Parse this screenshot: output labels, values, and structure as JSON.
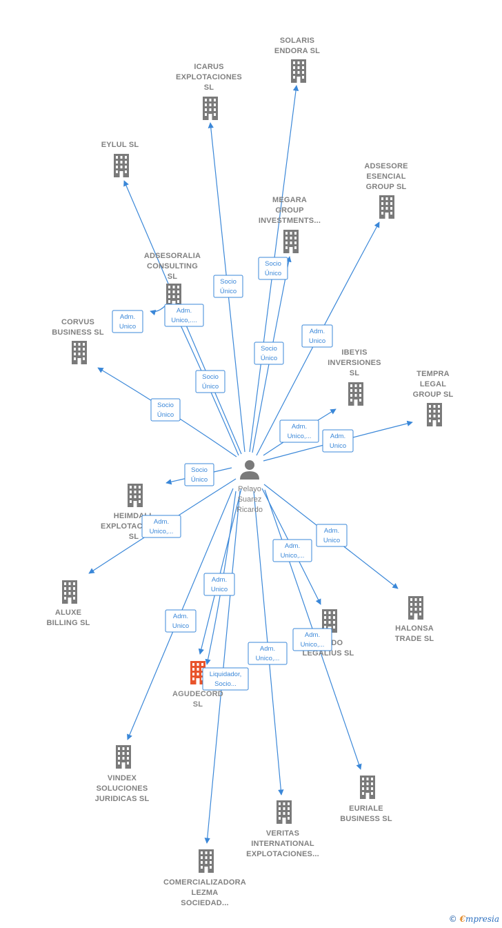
{
  "center": {
    "lines": [
      "Pelayo",
      "Suarez",
      "Ricardo"
    ],
    "icon": "person-icon"
  },
  "colors": {
    "edge": "#3a87d8",
    "building": "#7a7a7a",
    "highlight": "#e8542c"
  },
  "nodes": [
    {
      "id": "solaris",
      "lines": [
        "SOLARIS",
        "ENDORA  SL"
      ],
      "icon": "building-icon"
    },
    {
      "id": "icarus",
      "lines": [
        "ICARUS",
        "EXPLOTACIONES",
        "SL"
      ],
      "icon": "building-icon"
    },
    {
      "id": "eylul",
      "lines": [
        "EYLUL  SL"
      ],
      "icon": "building-icon"
    },
    {
      "id": "adsesore",
      "lines": [
        "ADSESORE",
        "ESENCIAL",
        "GROUP  SL"
      ],
      "icon": "building-icon"
    },
    {
      "id": "megara",
      "lines": [
        "MEGARA",
        "GROUP",
        "INVESTMENTS..."
      ],
      "icon": "building-icon"
    },
    {
      "id": "adsesoralia",
      "lines": [
        "ADSESORALIA",
        "CONSULTING",
        "SL"
      ],
      "icon": "building-icon"
    },
    {
      "id": "corvus",
      "lines": [
        "CORVUS",
        "BUSINESS  SL"
      ],
      "icon": "building-icon"
    },
    {
      "id": "ibeyis",
      "lines": [
        "IBEYIS",
        "INVERSIONES",
        "SL"
      ],
      "icon": "building-icon"
    },
    {
      "id": "tempra",
      "lines": [
        "TEMPRA",
        "LEGAL",
        "GROUP  SL"
      ],
      "icon": "building-icon"
    },
    {
      "id": "heimdall",
      "lines": [
        "HEIMDALL",
        "EXPLOTACIONES",
        "SL"
      ],
      "icon": "building-icon"
    },
    {
      "id": "aluxe",
      "lines": [
        "ALUXE",
        "BILLING  SL"
      ],
      "icon": "building-icon"
    },
    {
      "id": "halonsa",
      "lines": [
        "HALONSA",
        "TRADE  SL"
      ],
      "icon": "building-icon"
    },
    {
      "id": "legalius",
      "lines": [
        "MUNDO",
        "LEGALIUS  SL"
      ],
      "icon": "building-icon"
    },
    {
      "id": "agudecord",
      "lines": [
        "AGUDECORD",
        "SL"
      ],
      "icon": "building-icon",
      "highlight": true
    },
    {
      "id": "vindex",
      "lines": [
        "VINDEX",
        "SOLUCIONES",
        "JURIDICAS  SL"
      ],
      "icon": "building-icon"
    },
    {
      "id": "euriale",
      "lines": [
        "EURIALE",
        "BUSINESS  SL"
      ],
      "icon": "building-icon"
    },
    {
      "id": "veritas",
      "lines": [
        "VERITAS",
        "INTERNATIONAL",
        "EXPLOTACIONES..."
      ],
      "icon": "building-icon"
    },
    {
      "id": "lezma",
      "lines": [
        "COMERCIALIZADORA",
        "LEZMA",
        "SOCIEDAD..."
      ],
      "icon": "building-icon"
    }
  ],
  "edges": [
    {
      "to": "solaris",
      "lines": [
        "Socio",
        "Único"
      ]
    },
    {
      "to": "icarus",
      "lines": [
        "Socio",
        "Único"
      ]
    },
    {
      "to": "eylul",
      "lines": [
        "Socio",
        "Único"
      ]
    },
    {
      "to": "adsesore",
      "lines": [
        "Adm.",
        "Unico"
      ]
    },
    {
      "to": "megara",
      "lines": [
        "Socio",
        "Único"
      ]
    },
    {
      "to": "adsesoralia",
      "lines": [
        "Adm.",
        "Unico,...."
      ]
    },
    {
      "to": "corvus",
      "lines": [
        "Adm.",
        "Unico"
      ]
    },
    {
      "to": "corvus",
      "lines": [
        "Socio",
        "Único"
      ]
    },
    {
      "to": "ibeyis",
      "lines": [
        "Adm.",
        "Unico,..."
      ]
    },
    {
      "to": "tempra",
      "lines": [
        "Adm.",
        "Unico"
      ]
    },
    {
      "to": "heimdall",
      "lines": [
        "Socio",
        "Único"
      ]
    },
    {
      "to": "aluxe",
      "lines": [
        "Adm.",
        "Unico,..."
      ]
    },
    {
      "to": "halonsa",
      "lines": [
        "Adm.",
        "Unico"
      ]
    },
    {
      "to": "legalius",
      "lines": [
        "Adm.",
        "Unico,..."
      ]
    },
    {
      "to": "agudecord",
      "lines": [
        "Adm.",
        "Unico"
      ]
    },
    {
      "to": "agudecord",
      "lines": [
        "Liquidador,",
        "Socio..."
      ]
    },
    {
      "to": "vindex",
      "lines": [
        "Adm.",
        "Unico"
      ]
    },
    {
      "to": "euriale",
      "lines": [
        "Adm.",
        "Unico,..."
      ]
    },
    {
      "to": "veritas",
      "lines": [
        "Adm.",
        "Unico,..."
      ]
    },
    {
      "to": "lezma",
      "lines": [
        "Socio",
        "Único"
      ]
    }
  ],
  "footer": {
    "copyright": "©",
    "brand_initial": "€",
    "brand_rest": "mpresia"
  }
}
